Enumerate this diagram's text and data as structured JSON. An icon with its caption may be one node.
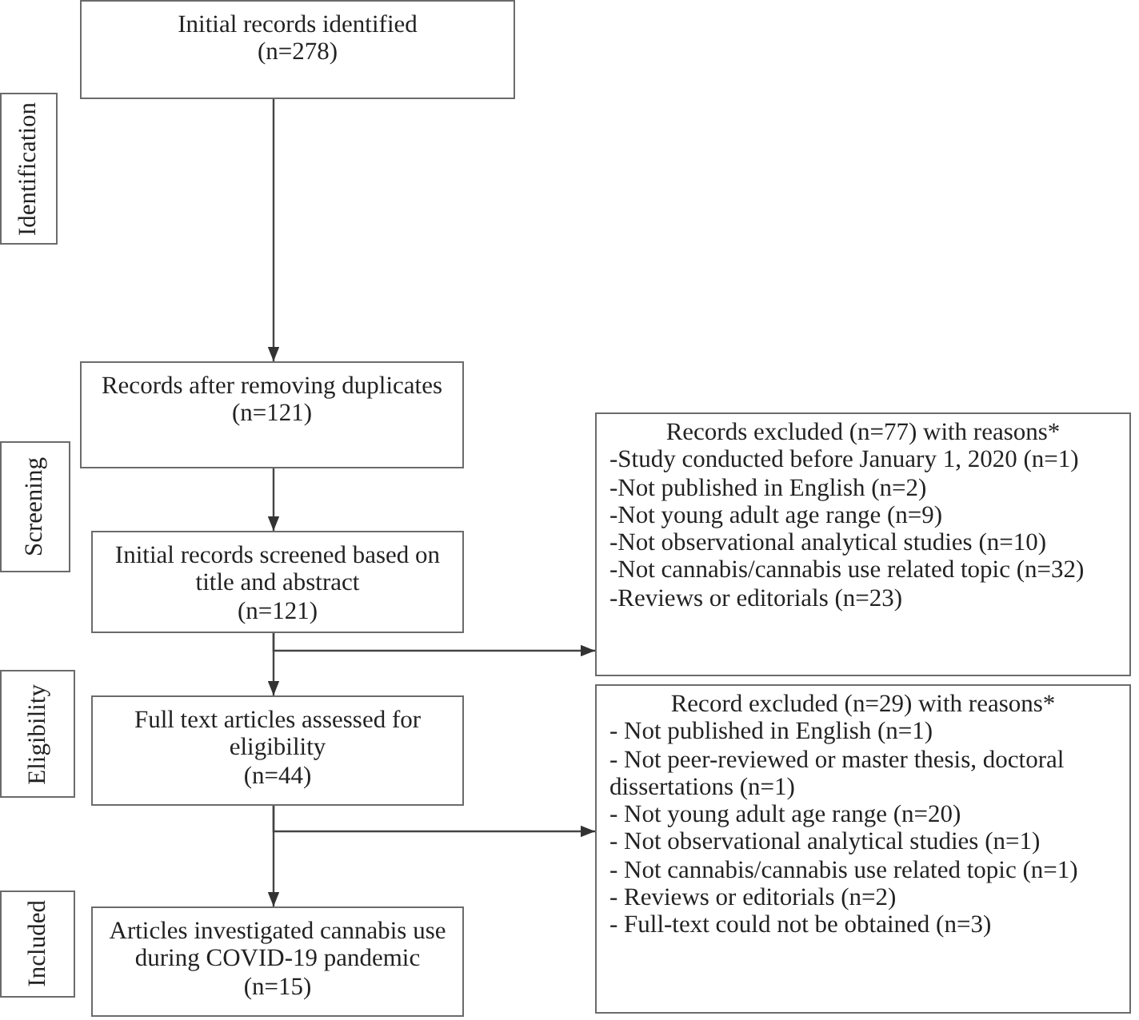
{
  "diagram": {
    "nodes": [
      {
        "text": [
          "Identification"
        ]
      },
      {
        "text": [
          "Initial records identified",
          "(n=278)"
        ]
      },
      {
        "text": [
          "Screening"
        ]
      },
      {
        "text": [
          "Records after removing duplicates",
          "(n=121)"
        ]
      },
      {
        "text": [
          "Initial records screened based on title and abstract",
          "(n=121)"
        ]
      },
      {
        "text": [
          "Records excluded (n=77) with reasons*",
          "-Study conducted before January 1, 2020 (n=1)",
          "-Not published in English (n=2)",
          "-Not young adult age range (n=9)",
          "-Not observational analytical studies (n=10)",
          "-Not cannabis/cannabis use related topic (n=32)",
          "-Reviews or editorials (n=23)"
        ]
      },
      {
        "text": [
          "Eligibility"
        ]
      },
      {
        "text": [
          "Full text articles assessed for eligibility",
          "(n=44)"
        ]
      },
      {
        "text": [
          "Record excluded (n=29) with reasons*",
          "- Not published in English (n=1)",
          "- Not peer-reviewed or master thesis, doctoral dissertations (n=1)",
          "- Not young adult age range (n=20)",
          "- Not observational analytical studies (n=1)",
          "- Not cannabis/cannabis use related topic (n=1)",
          "- Reviews or editorials (n=2)",
          "- Full-text could not be obtained (n=3)"
        ]
      },
      {
        "text": [
          "Included"
        ]
      },
      {
        "text": [
          "Articles investigated cannabis use during COVID-19 pandemic",
          "(n=15)"
        ]
      }
    ],
    "edges": [
      {
        "from": 1,
        "to": 3,
        "arrow": "to"
      },
      {
        "from": 3,
        "to": 4,
        "arrow": "to"
      },
      {
        "from": 4,
        "to": 7,
        "arrow": "to"
      },
      {
        "from": 4,
        "to": 5,
        "arrow": "to"
      },
      {
        "from": 7,
        "to": 10,
        "arrow": "to"
      },
      {
        "from": 7,
        "to": 8,
        "arrow": "to"
      }
    ]
  }
}
